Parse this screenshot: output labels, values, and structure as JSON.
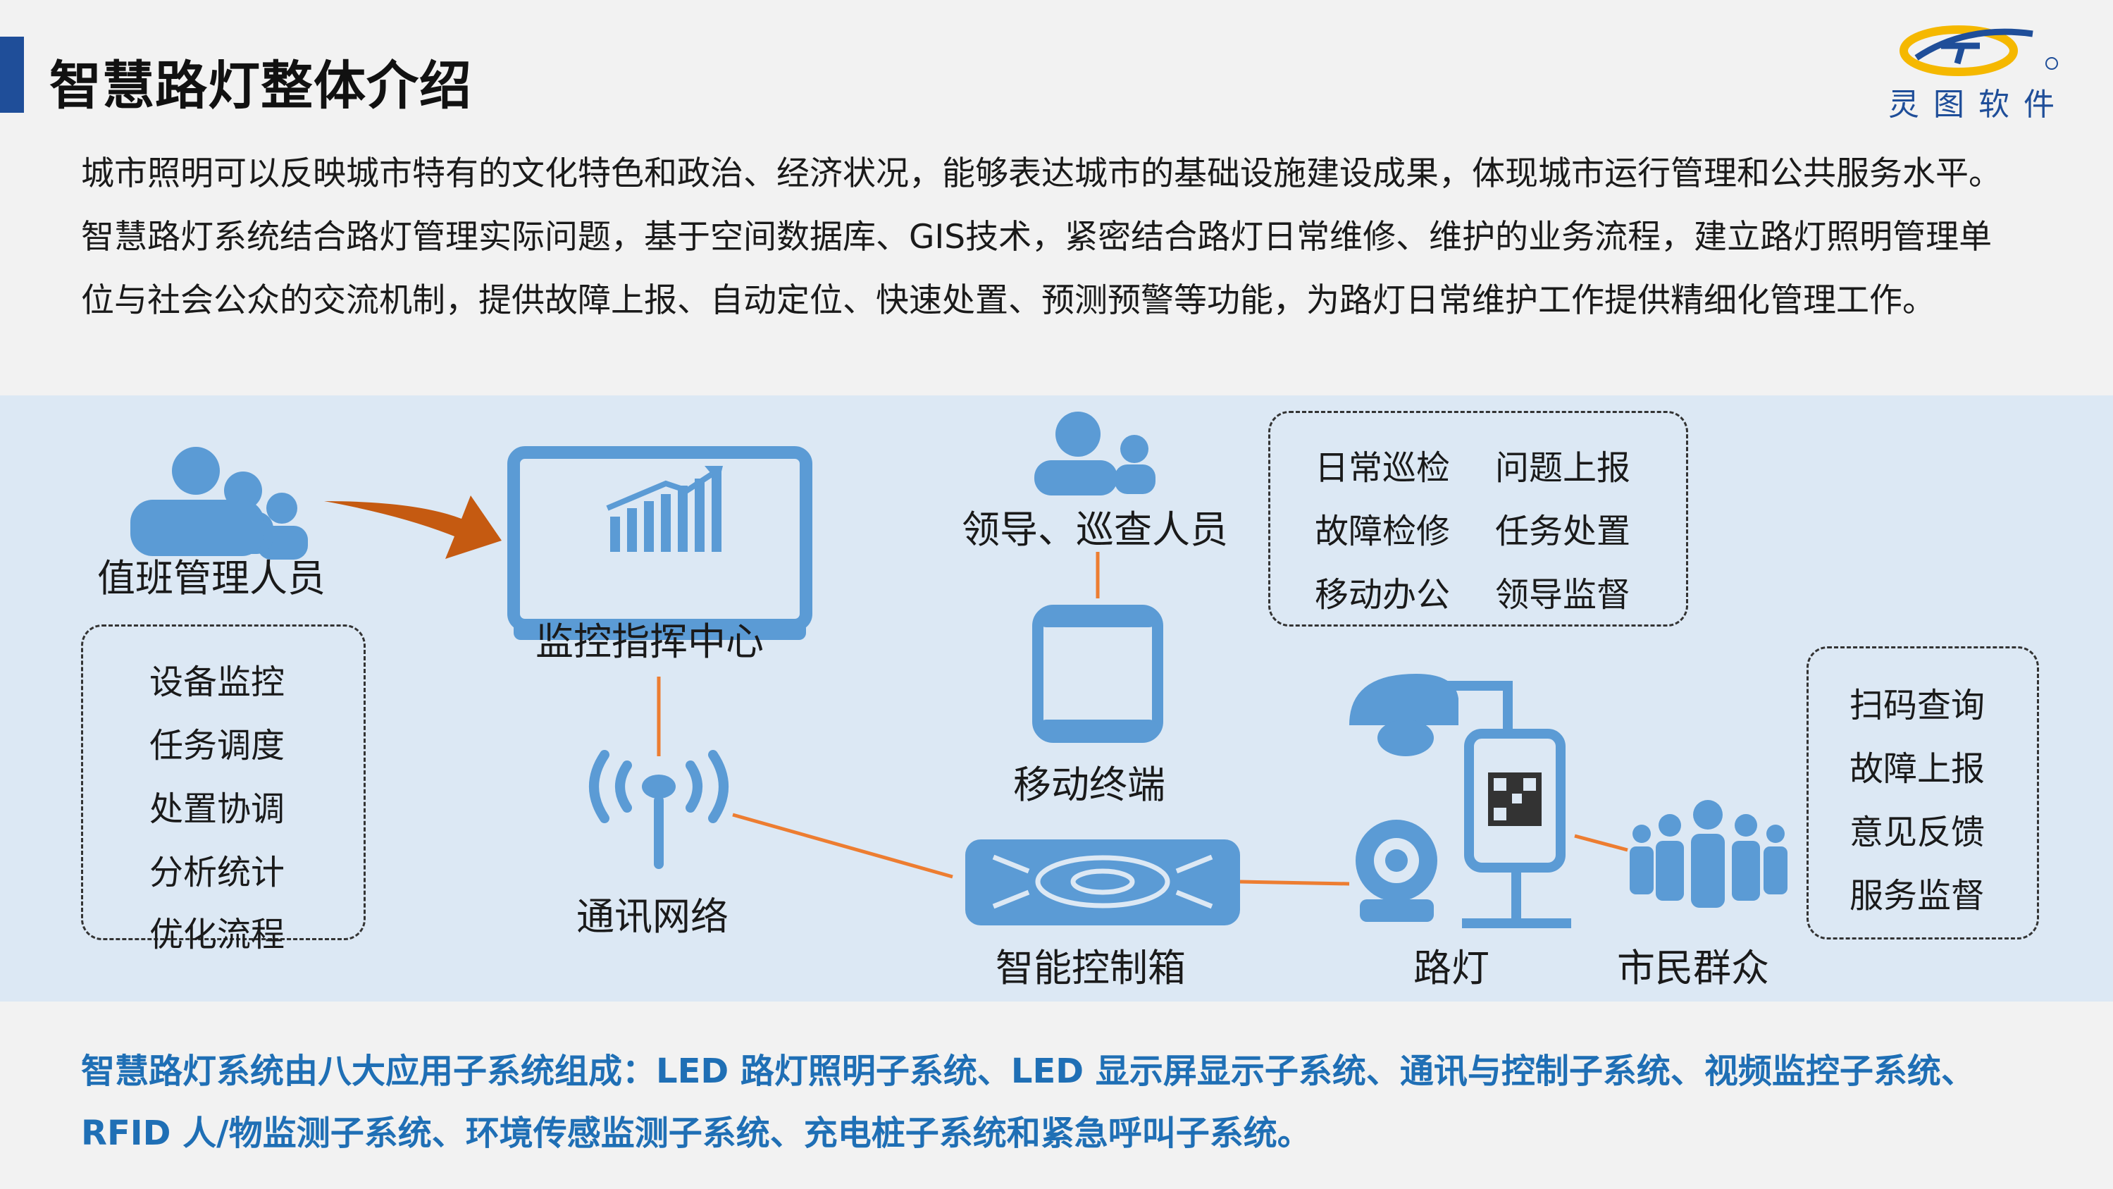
{
  "header": {
    "title": "智慧路灯整体介绍",
    "logo_text": "灵图软件"
  },
  "intro_text": "城市照明可以反映城市特有的文化特色和政治、经济状况，能够表达城市的基础设施建设成果，体现城市运行管理和公共服务水平。智慧路灯系统结合路灯管理实际问题，基于空间数据库、GIS技术，紧密结合路灯日常维修、维护的业务流程，建立路灯照明管理单位与社会公众的交流机制，提供故障上报、自动定位、快速处置、预测预警等功能，为路灯日常维护工作提供精细化管理工作。",
  "diagram": {
    "nodes": {
      "duty_staff": "值班管理人员",
      "monitor_center": "监控指挥中心",
      "leaders": "领导、巡查人员",
      "mobile": "移动终端",
      "network": "通讯网络",
      "control_box": "智能控制箱",
      "street_light": "路灯",
      "citizens": "市民群众"
    },
    "duty_functions": [
      "设备监控",
      "任务调度",
      "处置协调",
      "分析统计",
      "优化流程"
    ],
    "leader_functions": [
      "日常巡检",
      "问题上报",
      "故障检修",
      "任务处置",
      "移动办公",
      "领导监督"
    ],
    "citizen_functions": [
      "扫码查询",
      "故障上报",
      "意见反馈",
      "服务监督"
    ],
    "colors": {
      "icon": "#5b9bd5",
      "connector": "#ed7d31",
      "arrow": "#c55a11",
      "background": "#dce8f4"
    }
  },
  "summary_text": "智慧路灯系统由八大应用子系统组成：LED 路灯照明子系统、LED 显示屏显示子系统、通讯与控制子系统、视频监控子系统、RFID 人/物监测子系统、环境传感监测子系统、充电桩子系统和紧急呼叫子系统。"
}
